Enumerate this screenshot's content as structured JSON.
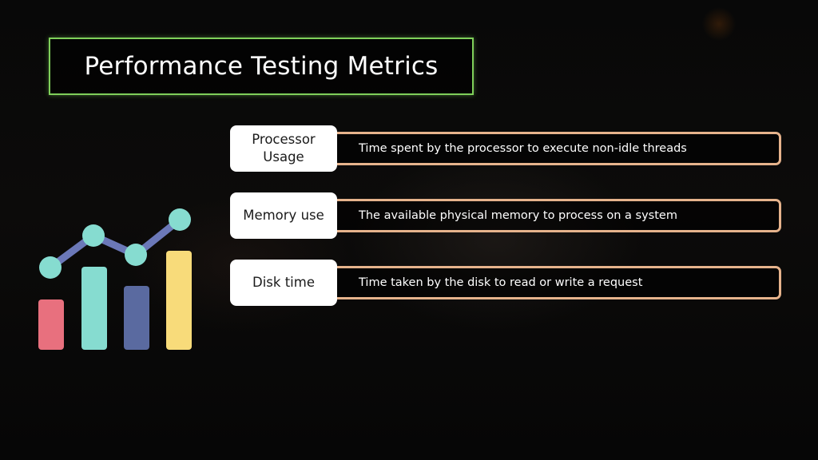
{
  "slide": {
    "title": "Performance Testing Metrics",
    "colors": {
      "background": "#050505",
      "title_border": "#7fd05a",
      "desc_border": "#e6b38c",
      "label_bg": "#ffffff",
      "text_light": "#ffffff",
      "text_dark": "#1a1a1a"
    }
  },
  "metrics": [
    {
      "label": "Processor Usage",
      "description": "Time spent by the processor to execute non-idle threads"
    },
    {
      "label": "Memory use",
      "description": "The available physical memory to process on a system"
    },
    {
      "label": "Disk time",
      "description": "Time taken by the disk to read or write a request"
    }
  ],
  "illustration": {
    "icon": "bar-line-chart-icon",
    "colors": {
      "bar1": "#e8707e",
      "bar2": "#86dcd0",
      "bar3": "#5a6aa0",
      "bar4": "#f8db7a",
      "line": "#6b78b8",
      "dot": "#86dcd0"
    }
  }
}
